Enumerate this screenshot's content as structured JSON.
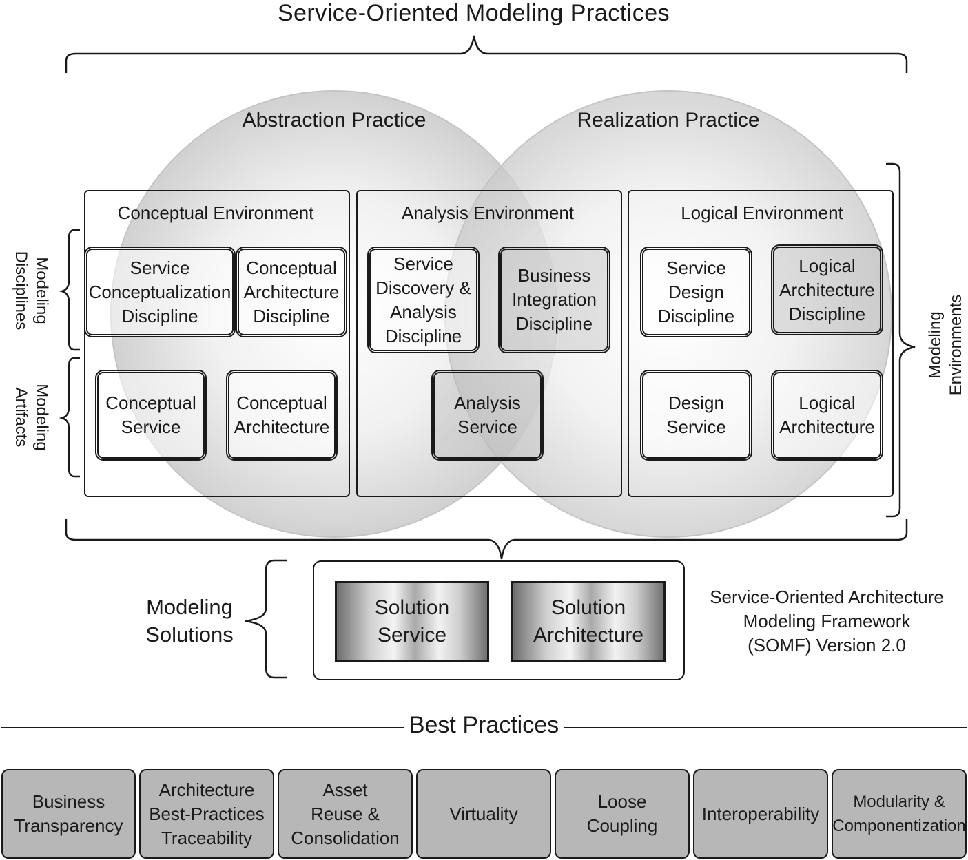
{
  "title": "Service-Oriented Modeling Practices",
  "practices": {
    "abstraction": "Abstraction Practice",
    "realization": "Realization Practice"
  },
  "environments": [
    {
      "title": "Conceptual Environment",
      "disciplines": [
        "Service\nConceptualization\nDiscipline",
        "Conceptual\nArchitecture\nDiscipline"
      ],
      "artifacts": [
        "Conceptual\nService",
        "Conceptual\nArchitecture"
      ]
    },
    {
      "title": "Analysis Environment",
      "disciplines": [
        "Service\nDiscovery &\nAnalysis\nDiscipline",
        "Business\nIntegration\nDiscipline"
      ],
      "artifacts": [
        "Analysis\nService"
      ]
    },
    {
      "title": "Logical Environment",
      "disciplines": [
        "Service\nDesign\nDiscipline",
        "Logical\nArchitecture\nDiscipline"
      ],
      "artifacts": [
        "Design\nService",
        "Logical\nArchitecture"
      ]
    }
  ],
  "side_labels": {
    "modeling_disciplines": "Modeling\nDisciplines",
    "modeling_artifacts": "Modeling\nArtifacts",
    "modeling_environments": "Modeling\nEnvironments"
  },
  "modeling_solutions": {
    "label": "Modeling\nSolutions",
    "items": [
      "Solution\nService",
      "Solution\nArchitecture"
    ]
  },
  "framework_note": "Service-Oriented Architecture\nModeling Framework\n(SOMF) Version 2.0",
  "best_practices": {
    "title": "Best Practices",
    "items": [
      "Business\nTransparency",
      "Architecture\nBest-Practices\nTraceability",
      "Asset\nReuse &\nConsolidation",
      "Virtuality",
      "Loose\nCoupling",
      "Interoperability",
      "Modularity &\nComponentization"
    ]
  }
}
